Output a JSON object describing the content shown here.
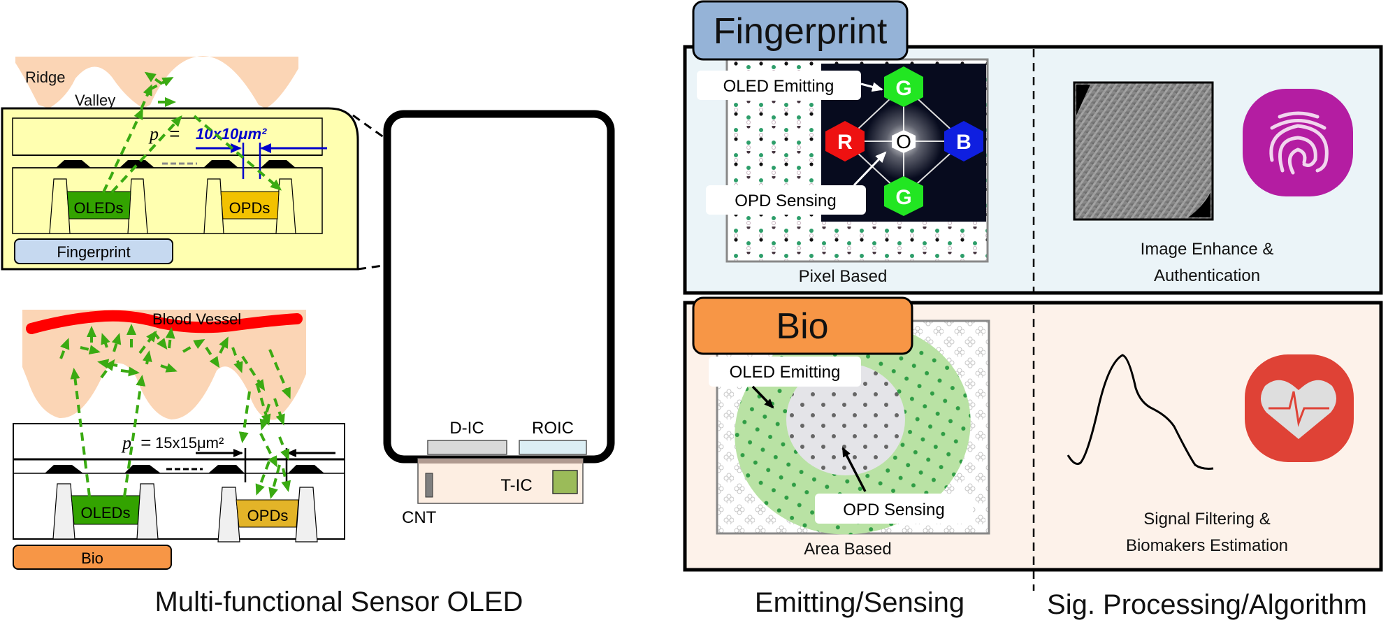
{
  "left": {
    "fingerprint_section": {
      "ridge_label": "Ridge",
      "valley_label": "Valley",
      "pitch_symbol": "p",
      "pitch_equals": "=",
      "pitch_value": "10x10μm²",
      "oled_label": "OLEDs",
      "opd_label": "OPDs",
      "tag": "Fingerprint"
    },
    "bio_section": {
      "blood_vessel_label": "Blood Vessel",
      "pitch_symbol": "p",
      "pitch_equals": "=",
      "pitch_value": "15x15μm²",
      "oled_label": "OLEDs",
      "opd_label": "OPDs",
      "tag": "Bio"
    },
    "device": {
      "dic_label": "D-IC",
      "roic_label": "ROIC",
      "tic_label": "T-IC",
      "cnt_label": "CNT"
    },
    "caption": "Multi-functional Sensor OLED"
  },
  "right": {
    "fingerprint_panel": {
      "title": "Fingerprint",
      "oled_emitting": "OLED Emitting",
      "opd_sensing": "OPD Sensing",
      "subpixels": [
        "G",
        "R",
        "O",
        "B",
        "G"
      ],
      "emitting_caption": "Pixel Based",
      "processing_caption_line1": "Image Enhance &",
      "processing_caption_line2": "Authentication"
    },
    "bio_panel": {
      "title": "Bio",
      "oled_emitting": "OLED Emitting",
      "opd_sensing": "OPD Sensing",
      "emitting_caption": "Area Based",
      "processing_caption_line1": "Signal Filtering &",
      "processing_caption_line2": "Biomakers Estimation"
    },
    "column_captions": {
      "emitting": "Emitting/Sensing",
      "processing": "Sig. Processing/Algorithm"
    }
  },
  "colors": {
    "fingerprint_tag": "#95b3d7",
    "fingerprint_tag_light": "#c6d9f0",
    "bio_tag": "#f79646",
    "fingerprint_panel_bg": "#ebf4f8",
    "bio_panel_bg": "#fdf2ea",
    "oled_green": "#33a300",
    "opd_yellow": "#f2c200",
    "light_path": "#3aaa12",
    "skin": "#fbd5b5",
    "vessel": "#ff0000",
    "fingerprint_icon": "#b41da2",
    "health_icon": "#df4236",
    "pitch_blue": "#0000cc"
  }
}
